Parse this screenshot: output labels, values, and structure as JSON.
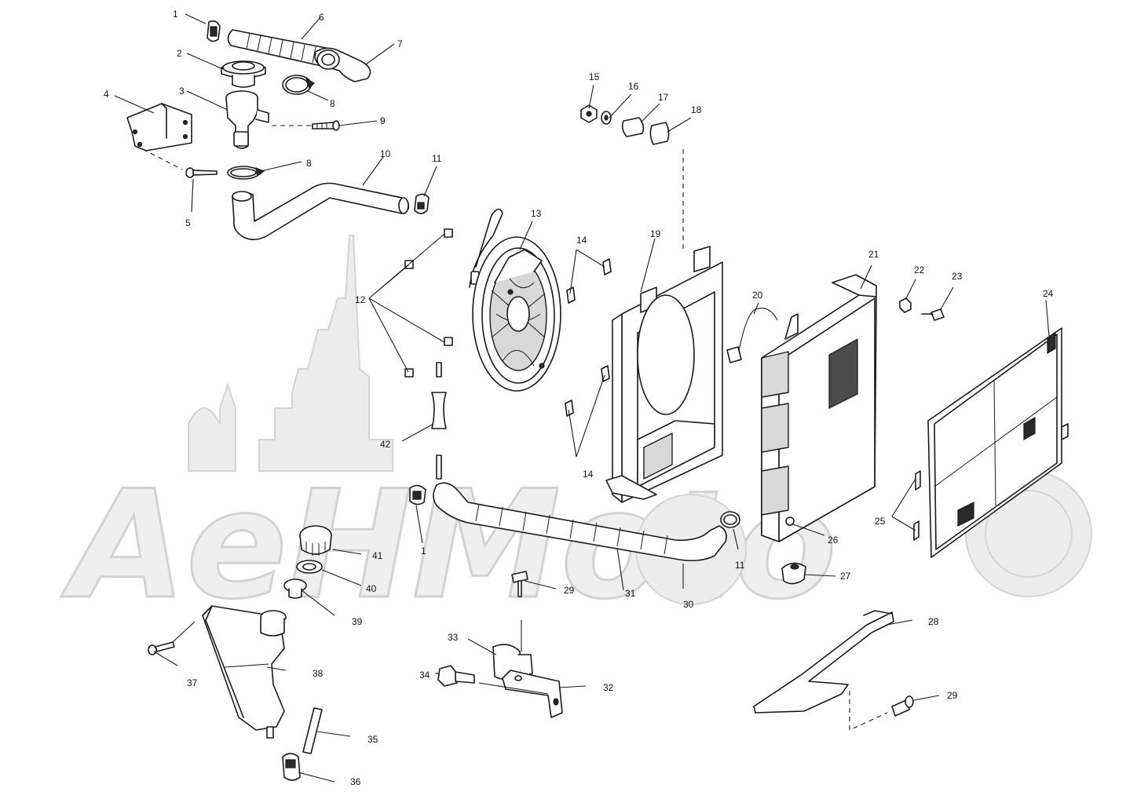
{
  "diagram": {
    "watermark_text": "AeHMoto",
    "colors": {
      "line": "#1a1a1a",
      "watermark": "#d2d2d2",
      "background": "#ffffff"
    },
    "callouts": [
      "1",
      "2",
      "3",
      "4",
      "5",
      "6",
      "7",
      "8",
      "8",
      "9",
      "10",
      "11",
      "11",
      "12",
      "13",
      "14",
      "14",
      "15",
      "16",
      "17",
      "18",
      "19",
      "20",
      "21",
      "22",
      "23",
      "24",
      "25",
      "26",
      "27",
      "28",
      "29",
      "29",
      "30",
      "31",
      "32",
      "33",
      "34",
      "35",
      "36",
      "37",
      "38",
      "39",
      "40",
      "41",
      "42",
      "1"
    ]
  }
}
